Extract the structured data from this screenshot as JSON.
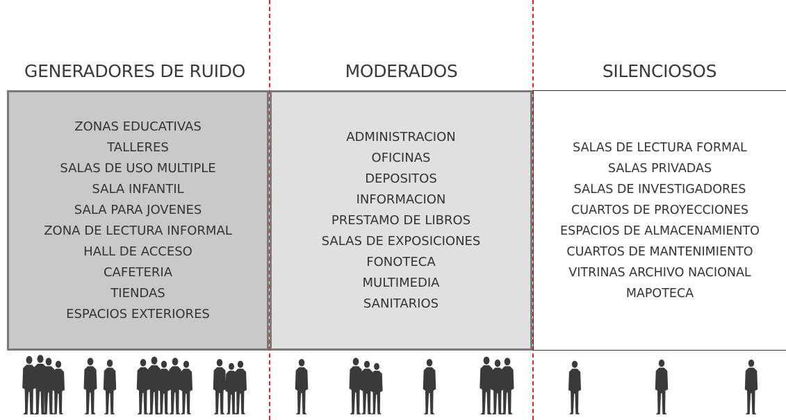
{
  "columns": [
    {
      "heading": "GENERADORES DE RUIDO",
      "bg_color": "#c9c9c9",
      "border_color": "#7a7a7a",
      "items": [
        "ZONAS EDUCATIVAS",
        "TALLERES",
        "SALAS DE USO MULTIPLE",
        "SALA INFANTIL",
        "SALA PARA JOVENES",
        "ZONA DE LECTURA INFORMAL",
        "HALL DE ACCESO",
        "CAFETERIA",
        "TIENDAS",
        "ESPACIOS EXTERIORES"
      ]
    },
    {
      "heading": "MODERADOS",
      "bg_color": "#e0e0e0",
      "border_color": "#7a7a7a",
      "items": [
        "ADMINISTRACION",
        "OFICINAS",
        "DEPOSITOS",
        "INFORMACION",
        "PRESTAMO DE LIBROS",
        "SALAS DE EXPOSICIONES",
        "FONOTECA",
        "MULTIMEDIA",
        "SANITARIOS"
      ]
    },
    {
      "heading": "SILENCIOSOS",
      "bg_color": "#ffffff",
      "border_color": "#333333",
      "items": [
        "SALAS DE LECTURA FORMAL",
        "SALAS PRIVADAS",
        "SALAS DE INVESTIGADORES",
        "CUARTOS DE PROYECCIONES",
        "ESPACIOS DE ALMACENAMIENTO",
        "CUARTOS DE MANTENIMIENTO",
        "VITRINAS ARCHIVO NACIONAL",
        "MAPOTECA"
      ]
    }
  ],
  "divider_color": "#d9272e",
  "silhouette_color": "#3a3a3a",
  "icons": [
    "people-group-silhouette-icon",
    "person-silhouette-icon"
  ]
}
